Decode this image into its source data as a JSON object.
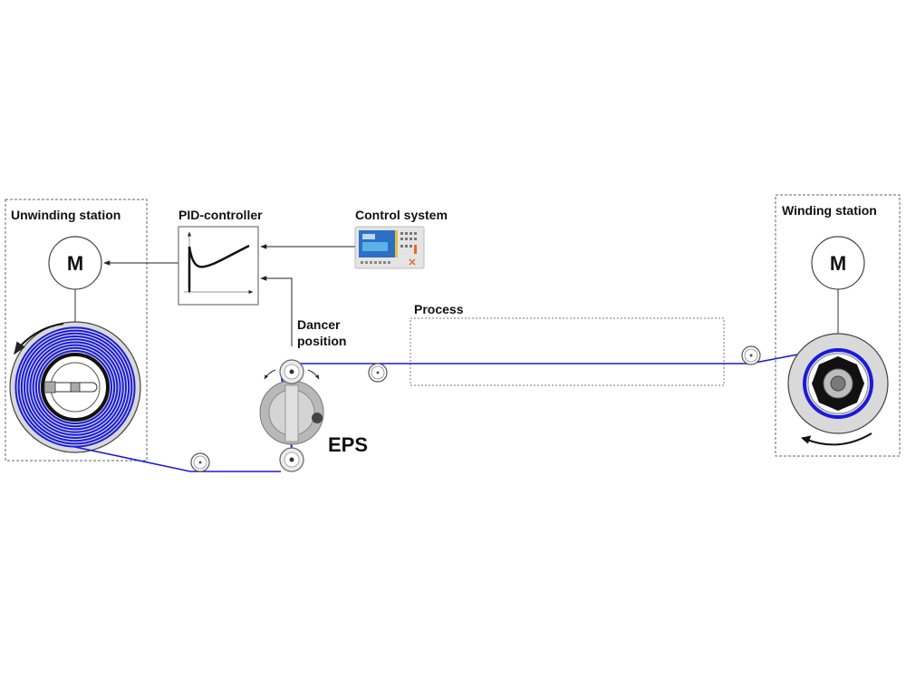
{
  "diagram": {
    "unwinding_station": {
      "title": "Unwinding station",
      "motor_label": "M"
    },
    "winding_station": {
      "title": "Winding station",
      "motor_label": "M"
    },
    "pid_controller": {
      "title": "PID-controller"
    },
    "control_system": {
      "title": "Control system"
    },
    "dancer_position": {
      "line1": "Dancer",
      "line2": "position"
    },
    "process": {
      "title": "Process"
    },
    "eps": {
      "label": "EPS"
    },
    "colors": {
      "web": "#1a1adc",
      "reel_gray": "#d9d9d9",
      "border": "#555555"
    }
  }
}
